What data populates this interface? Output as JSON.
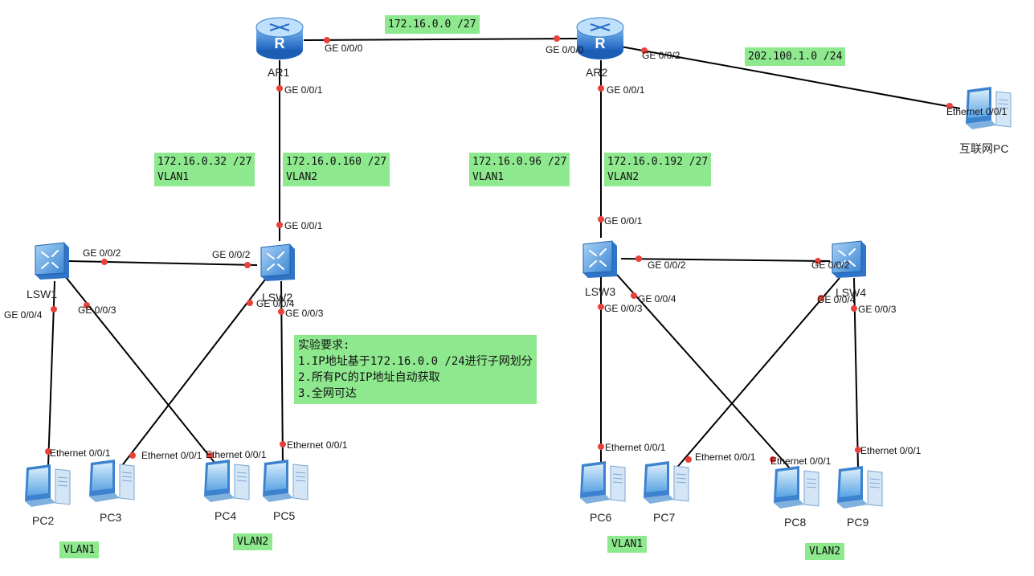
{
  "devices": {
    "ar1": "AR1",
    "ar2": "AR2",
    "lsw1": "LSW1",
    "lsw2": "LSW2",
    "lsw3": "LSW3",
    "lsw4": "LSW4",
    "pc2": "PC2",
    "pc3": "PC3",
    "pc4": "PC4",
    "pc5": "PC5",
    "pc6": "PC6",
    "pc7": "PC7",
    "pc8": "PC8",
    "pc9": "PC9",
    "internet_pc": "互联网PC"
  },
  "ports": {
    "ge000": "GE 0/0/0",
    "ge001": "GE 0/0/1",
    "ge002": "GE 0/0/2",
    "ge003": "GE 0/0/3",
    "ge004": "GE 0/0/4",
    "eth001": "Ethernet 0/0/1"
  },
  "subnets": {
    "ar_link": "172.16.0.0 /27",
    "internet": "202.100.1.0 /24",
    "s1_ip": "172.16.0.32 /27",
    "s1_vlan": "VLAN1",
    "s2_ip": "172.16.0.160 /27",
    "s2_vlan": "VLAN2",
    "s3_ip": "172.16.0.96 /27",
    "s3_vlan": "VLAN1",
    "s4_ip": "172.16.0.192 /27",
    "s4_vlan": "VLAN2"
  },
  "requirements": {
    "title": "实验要求:",
    "item1": "1.IP地址基于172.16.0.0 /24进行子网划分",
    "item2": "2.所有PC的IP地址自动获取",
    "item3": "3.全网可达"
  },
  "vlan_tags": {
    "left_vlan1": "VLAN1",
    "left_vlan2": "VLAN2",
    "right_vlan1": "VLAN1",
    "right_vlan2": "VLAN2"
  },
  "colors": {
    "label_bg": "#8ee88e",
    "link": "#000000",
    "port_dot": "#e8413a",
    "device_blue": "#2f7fd6"
  }
}
